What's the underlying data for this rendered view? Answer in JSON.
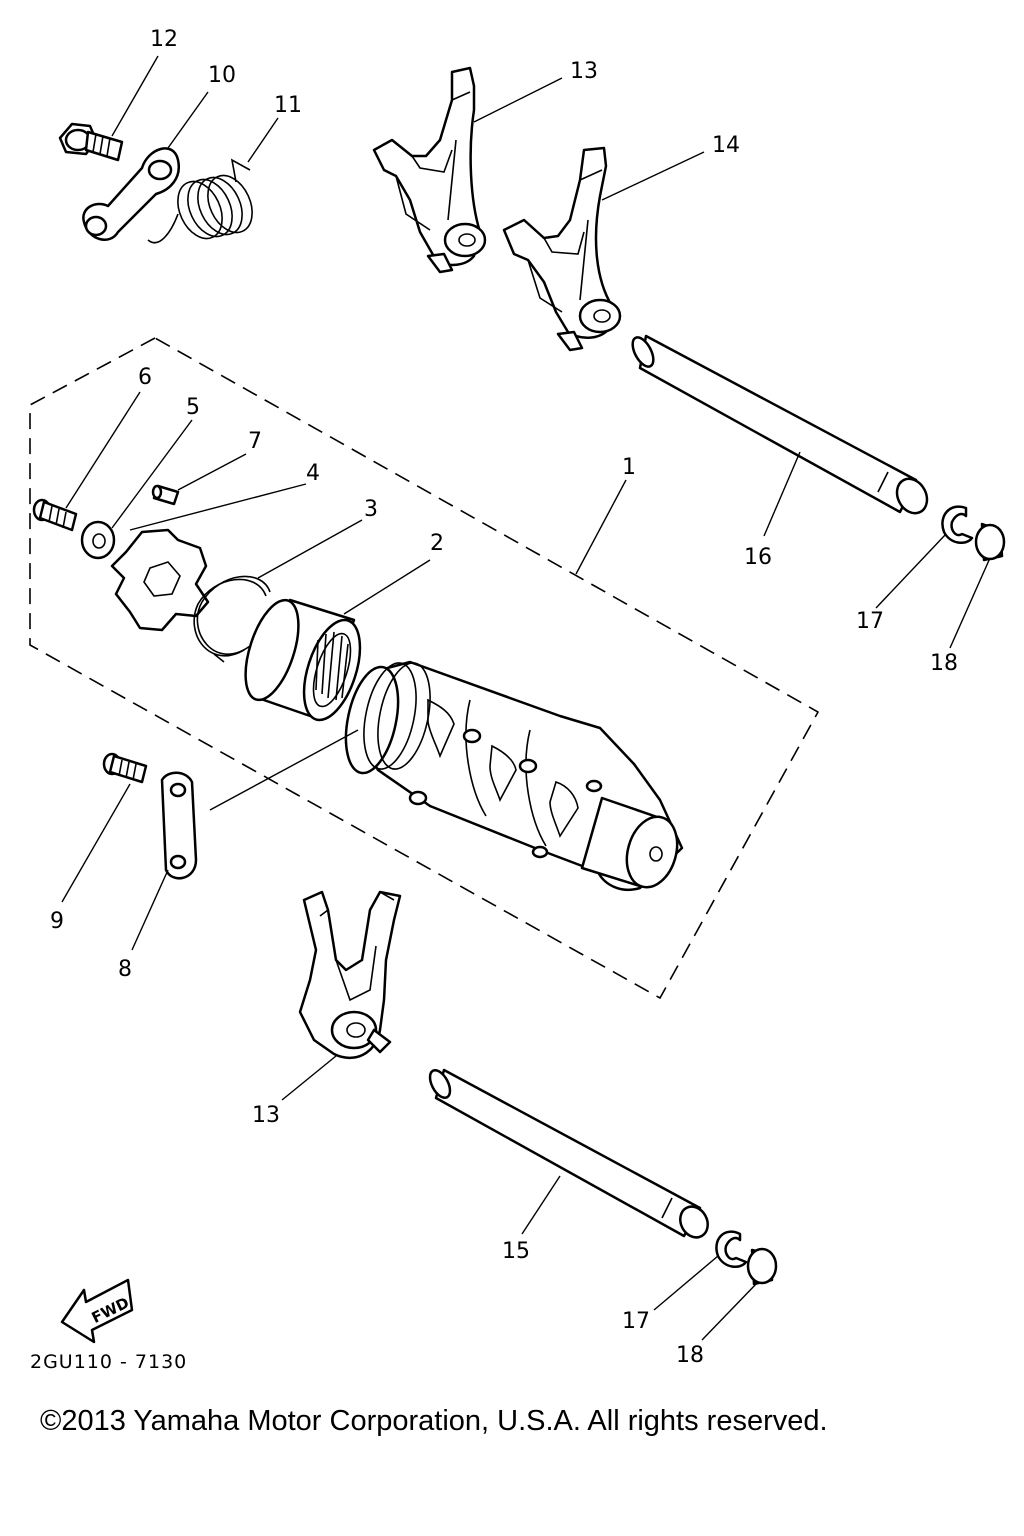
{
  "labels": {
    "l1": "1",
    "l2": "2",
    "l3": "3",
    "l4": "4",
    "l5": "5",
    "l6": "6",
    "l7": "7",
    "l8": "8",
    "l9": "9",
    "l10": "10",
    "l11": "11",
    "l12": "12",
    "l13a": "13",
    "l13b": "13",
    "l14": "14",
    "l15": "15",
    "l16": "16",
    "l17a": "17",
    "l17b": "17",
    "l18a": "18",
    "l18b": "18"
  },
  "fwd_label": "FWD",
  "diagram_code": "2GU110 - 7130",
  "copyright": "©2013 Yamaha Motor Corporation, U.S.A. All rights reserved."
}
